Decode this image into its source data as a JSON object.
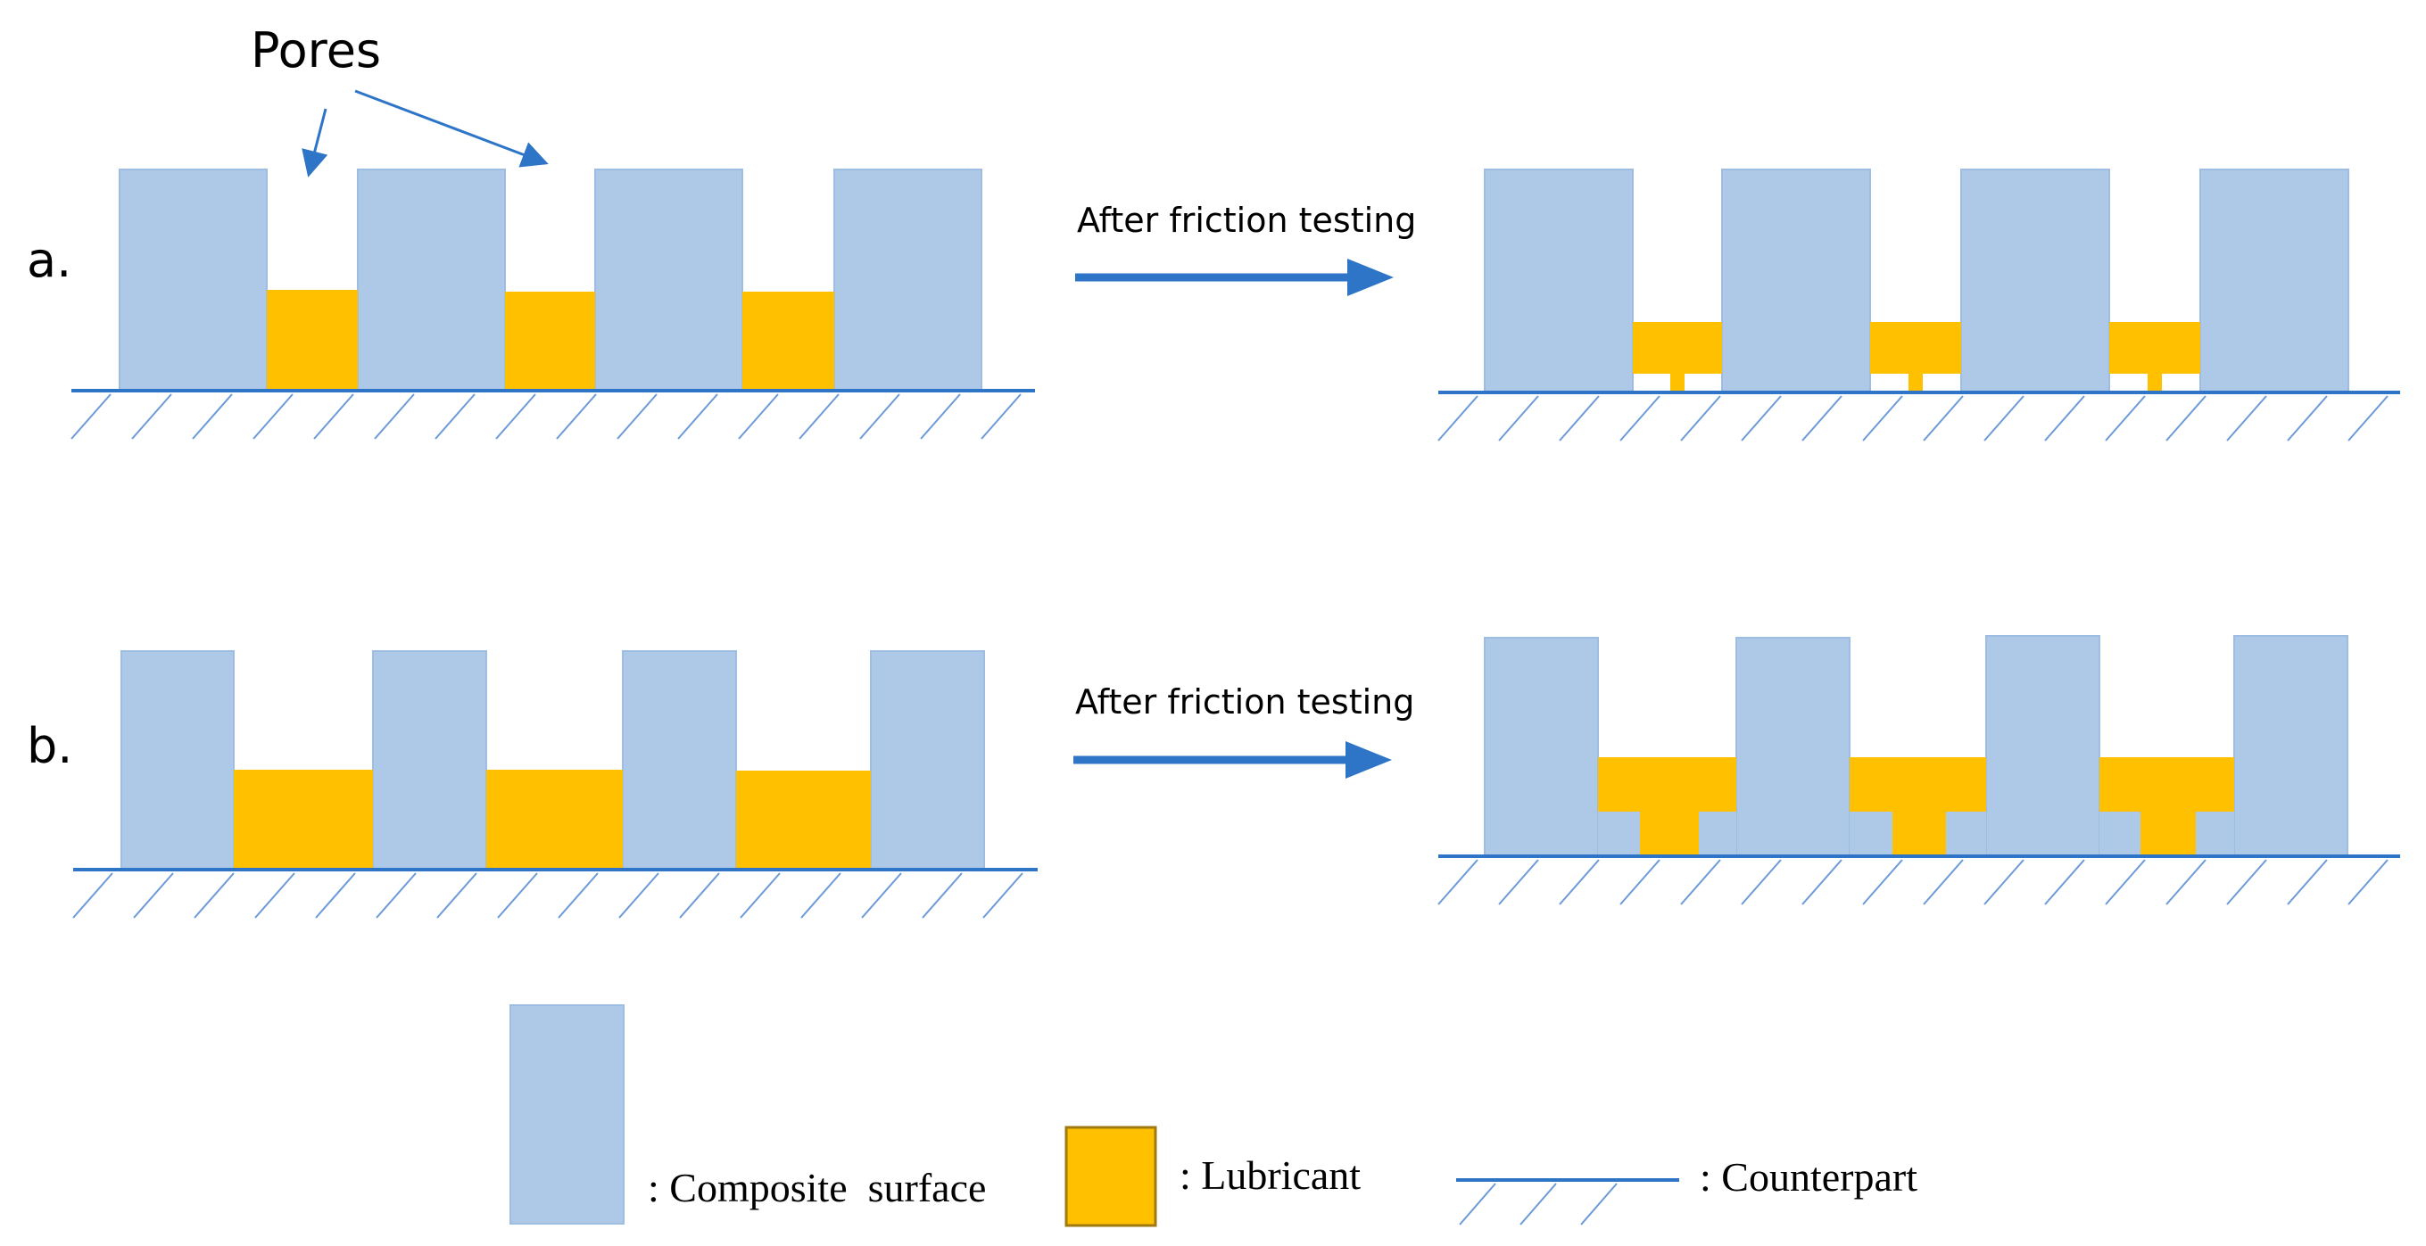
{
  "colors": {
    "composite": "#aec8e8",
    "composite_edge": "#9ebde3",
    "lubricant": "#ffc000",
    "lubricant_edge": "#a07a10",
    "line": "#2e75c8",
    "arrow": "#2e75c8"
  },
  "labels": {
    "pores": "Pores",
    "row_a": "a.",
    "row_b": "b.",
    "after_a": "After friction testing",
    "after_b": "After friction testing"
  },
  "legend": {
    "composite": ": Composite  surface",
    "lubricant": ": Lubricant",
    "counterpart": ": Counterpart"
  },
  "icons": {
    "process_arrow": "right-arrow-icon",
    "pointer_arrow": "pointer-arrow-icon",
    "counterpart": "hatched-line-icon"
  }
}
